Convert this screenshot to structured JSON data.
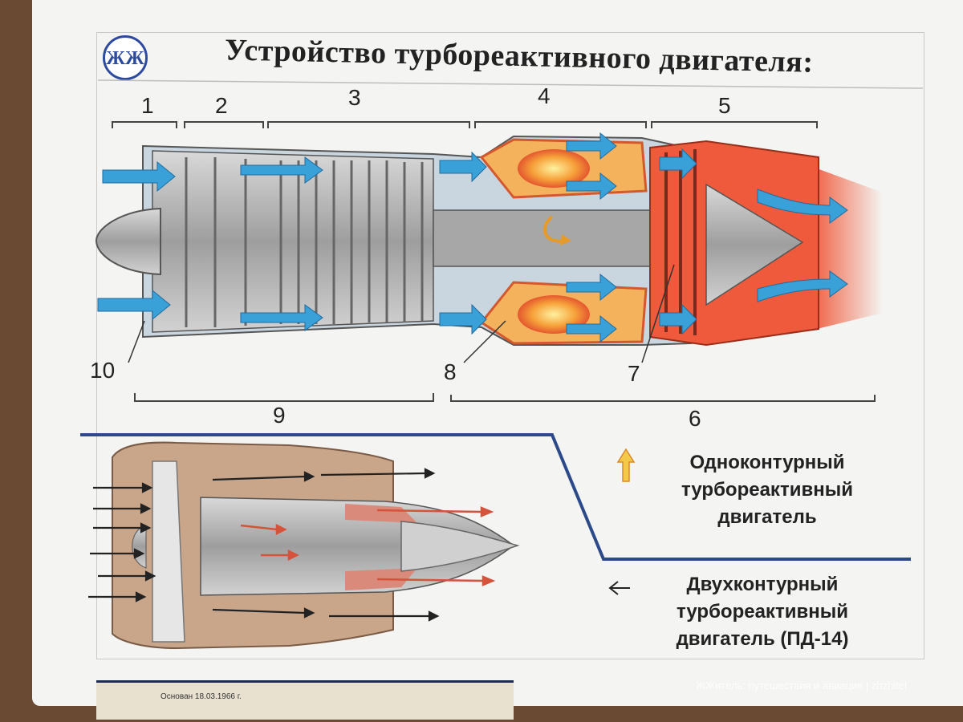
{
  "title": "Устройство турбореактивного двигателя:",
  "callouts": {
    "c1": "1",
    "c2": "2",
    "c3": "3",
    "c4": "4",
    "c5": "5",
    "c6": "6",
    "c7": "7",
    "c8": "8",
    "c9": "9",
    "c10": "10"
  },
  "legend": {
    "single_line1": "Одноконтурный",
    "single_line2": "турбореактивный",
    "single_line3": "двигатель",
    "dual_line1": "Двухконтурный",
    "dual_line2": "турбореактивный",
    "dual_line3": "двигатель (ПД-14)"
  },
  "bottom_doc_text": "Основан 18.03.1966 г.",
  "watermark": "ЖЖитель: путешествия и авиация | zhzhitel",
  "colors": {
    "airflow_blue": "#3aa0d8",
    "hot_section": "#ef5a3c",
    "casing_grey": "#b8b8b8",
    "legend_arrow_yellow": "#f4c94a",
    "divider_blue": "#2c4a8a"
  },
  "icons": [
    "logo-emblem-icon",
    "up-arrow-icon",
    "left-arrow-icon"
  ]
}
